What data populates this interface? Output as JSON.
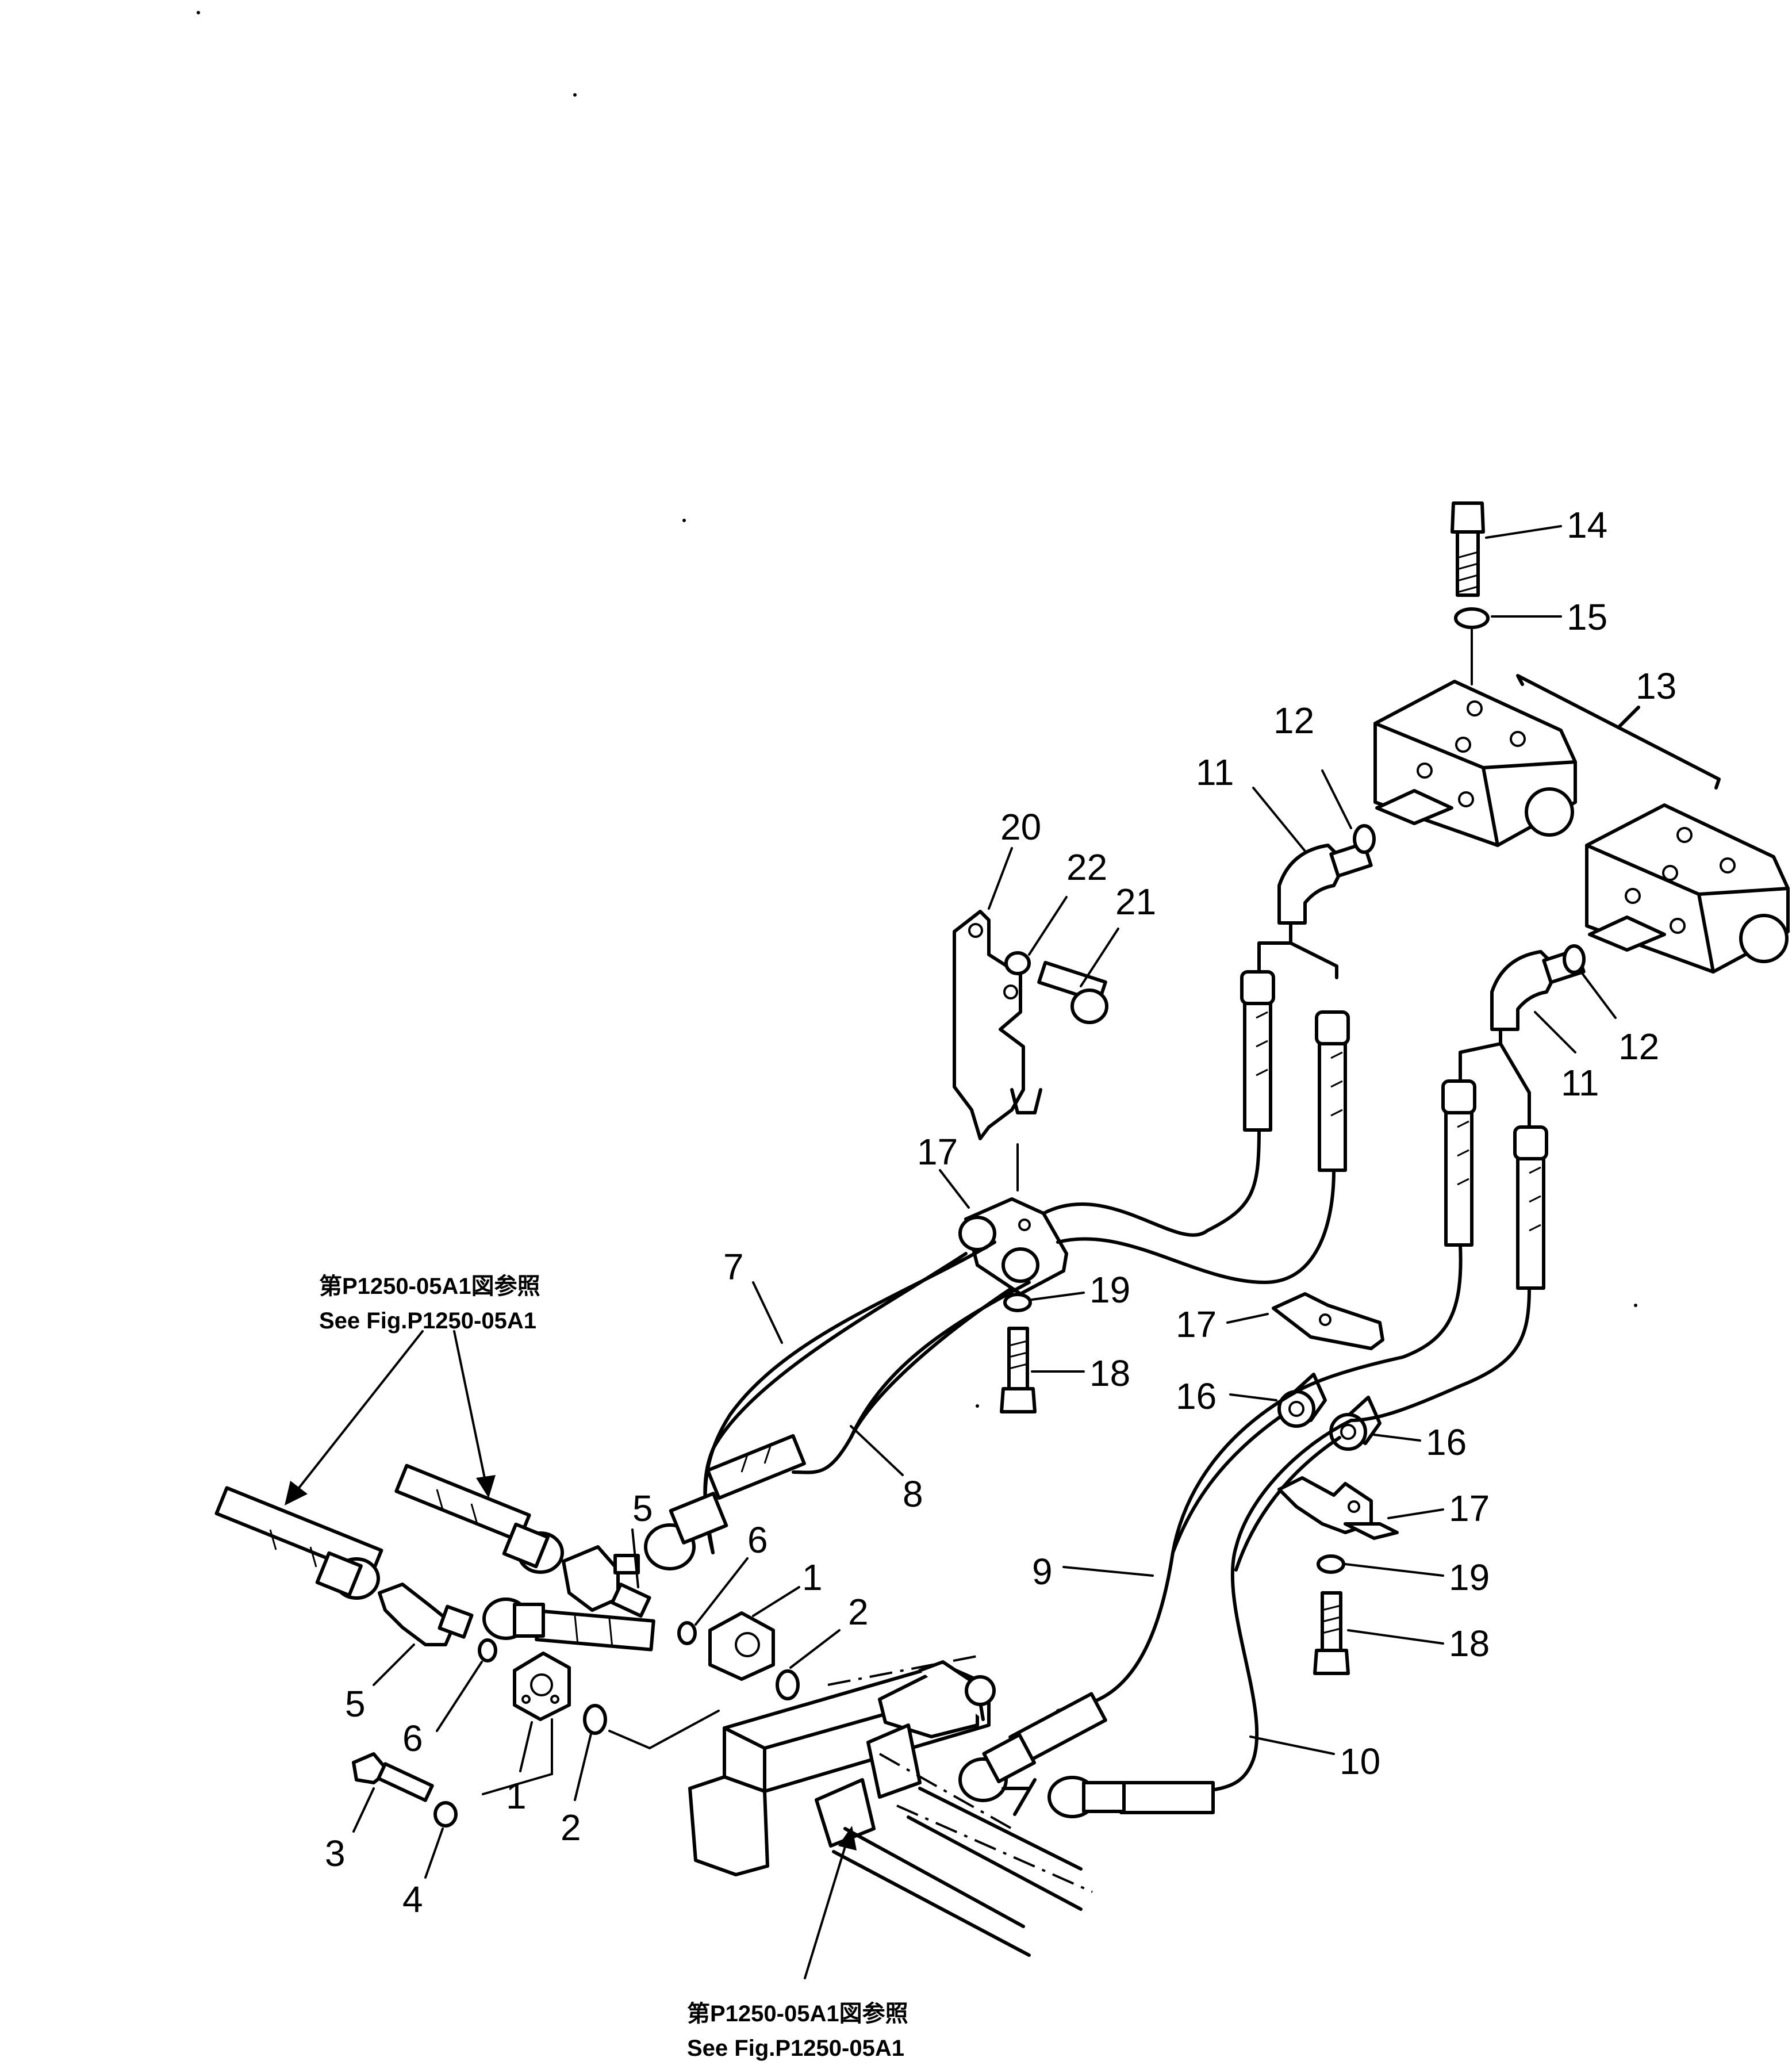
{
  "callouts": {
    "c1a": "1",
    "c1b": "1",
    "c2a": "2",
    "c2b": "2",
    "c3": "3",
    "c4": "4",
    "c5a": "5",
    "c5b": "5",
    "c6a": "6",
    "c6b": "6",
    "c7": "7",
    "c8": "8",
    "c9": "9",
    "c10": "10",
    "c11a": "11",
    "c11b": "11",
    "c12a": "12",
    "c12b": "12",
    "c13": "13",
    "c14": "14",
    "c15": "15",
    "c16a": "16",
    "c16b": "16",
    "c17a": "17",
    "c17b": "17",
    "c17c": "17",
    "c18a": "18",
    "c18b": "18",
    "c19a": "19",
    "c19b": "19",
    "c20": "20",
    "c21": "21",
    "c22": "22"
  },
  "references": {
    "top_jp": "第P1250-05A1図参照",
    "top_en": "See Fig.P1250-05A1",
    "bottom_jp": "第P1250-05A1図参照",
    "bottom_en": "See Fig.P1250-05A1"
  }
}
